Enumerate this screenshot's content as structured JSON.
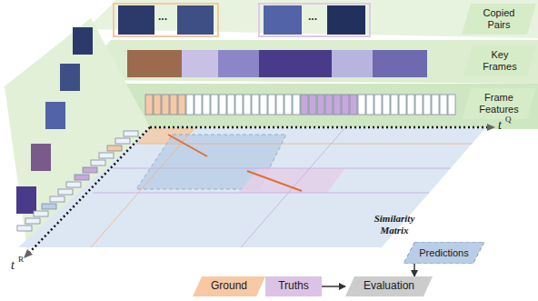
{
  "diagram": {
    "nodes": [
      {
        "text": [
          "Copied Pairs"
        ]
      },
      {
        "text": [
          "Key Frames"
        ]
      },
      {
        "text": [
          "Frame Features"
        ]
      },
      {
        "text": [
          "Predictions"
        ]
      },
      {
        "text": [
          "Ground"
        ]
      },
      {
        "text": [
          "Truths"
        ]
      },
      {
        "text": [
          "Evaluation"
        ]
      }
    ],
    "edges": [
      {
        "from": 3,
        "to": 6,
        "arrow": "to"
      },
      {
        "from": 5,
        "to": 6,
        "arrow": "to"
      }
    ],
    "labels": [
      "Similarity Matrix",
      "t",
      "Q",
      "t",
      "R",
      "...",
      "..."
    ]
  }
}
